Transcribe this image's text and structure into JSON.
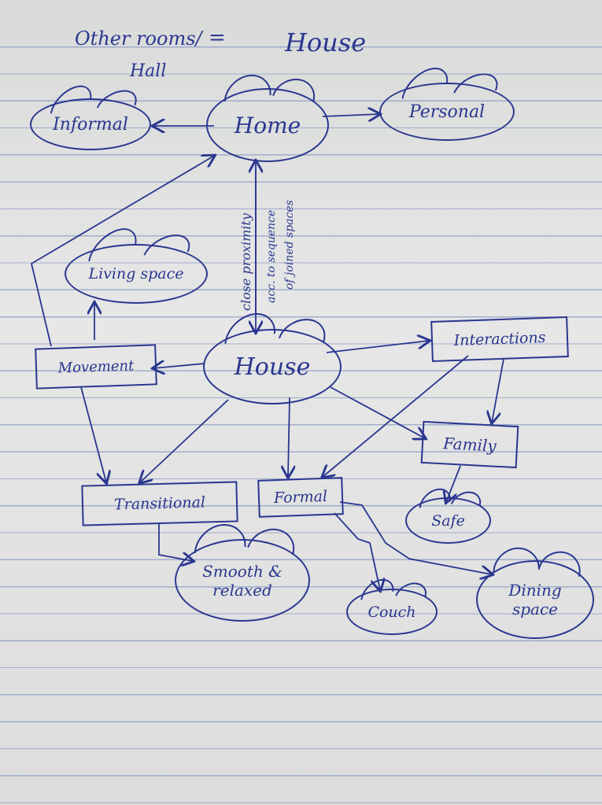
{
  "title": {
    "left": "Other rooms/",
    "left_sub": "Hall",
    "equals": "=",
    "right": "House"
  },
  "nodes": {
    "informal": "Informal",
    "home": "Home",
    "personal": "Personal",
    "living_space": "Living space",
    "movement": "Movement",
    "house": "House",
    "interactions": "Interactions",
    "family": "Family",
    "safe": "Safe",
    "transitional": "Transitional",
    "formal": "Formal",
    "smooth_relaxed": "Smooth & relaxed",
    "couch": "Couch",
    "dining_space": "Dining space"
  },
  "edge_labels": {
    "proximity": "close proximity",
    "sequence_1": "acc. to sequence",
    "sequence_2": "of joined spaces"
  },
  "colors": {
    "ink": "#2a3690",
    "rule": "#8c9bc4",
    "paper": "#e2e3e2"
  }
}
